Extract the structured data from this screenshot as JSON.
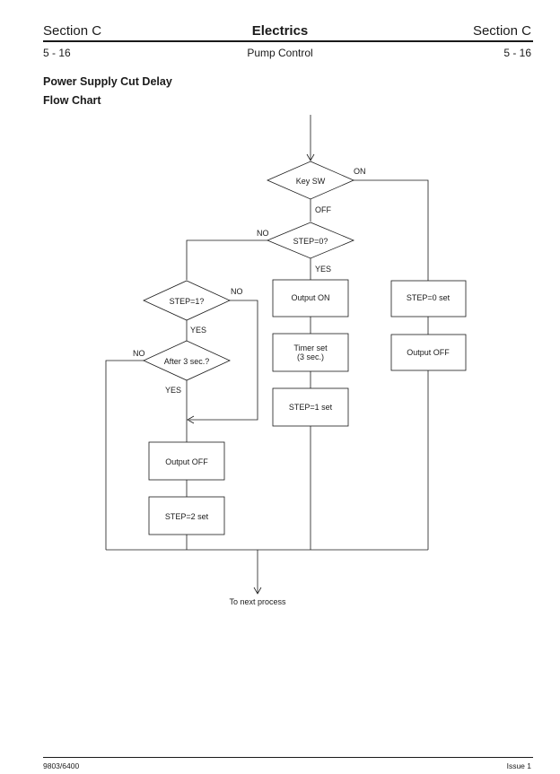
{
  "header": {
    "section_left": "Section C",
    "title": "Electrics",
    "section_right": "Section C",
    "page_left": "5 - 16",
    "subtitle": "Pump Control",
    "page_right": "5 - 16"
  },
  "doc": {
    "heading": "Power Supply Cut Delay",
    "subheading": "Flow Chart"
  },
  "flowchart": {
    "key_sw": "Key SW",
    "on": "ON",
    "off": "OFF",
    "step0_q": "STEP=0?",
    "no_step0": "NO",
    "yes_step0": "YES",
    "output_on": "Output ON",
    "timer_set_1": "Timer set",
    "timer_set_2": "(3 sec.)",
    "step1_set": "STEP=1 set",
    "step0_set": "STEP=0 set",
    "output_off_right": "Output OFF",
    "step1_q": "STEP=1?",
    "no_step1": "NO",
    "yes_step1": "YES",
    "after3_q": "After 3 sec.?",
    "no_after3": "NO",
    "yes_after3": "YES",
    "output_off_left": "Output OFF",
    "step2_set": "STEP=2 set",
    "next": "To next process"
  },
  "footer": {
    "doc_number": "9803/6400",
    "issue": "Issue 1"
  }
}
